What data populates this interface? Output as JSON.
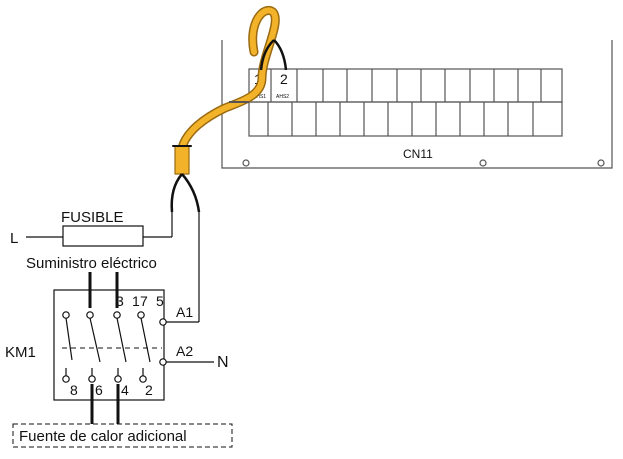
{
  "labels": {
    "terminal_1": "1",
    "terminal_2": "2",
    "terminal_1_sub": "AHS1",
    "terminal_2_sub": "AHS2",
    "board": "CN11",
    "fuse": "FUSIBLE",
    "line": "L",
    "supply": "Suministro eléctrico",
    "contactor": "KM1",
    "pin_3": "3",
    "pin_1": "1",
    "pin_7": "7",
    "pin_5": "5",
    "coil_a1": "A1",
    "coil_a2": "A2",
    "neutral": "N",
    "pin_8": "8",
    "pin_6": "6",
    "pin_4": "4",
    "pin_2": "2",
    "heat_source": "Fuente de calor adicional"
  },
  "colors": {
    "cable": "#f2b32a",
    "cable_edge": "#9a6a10",
    "line": "#111111",
    "board": "#555555"
  }
}
